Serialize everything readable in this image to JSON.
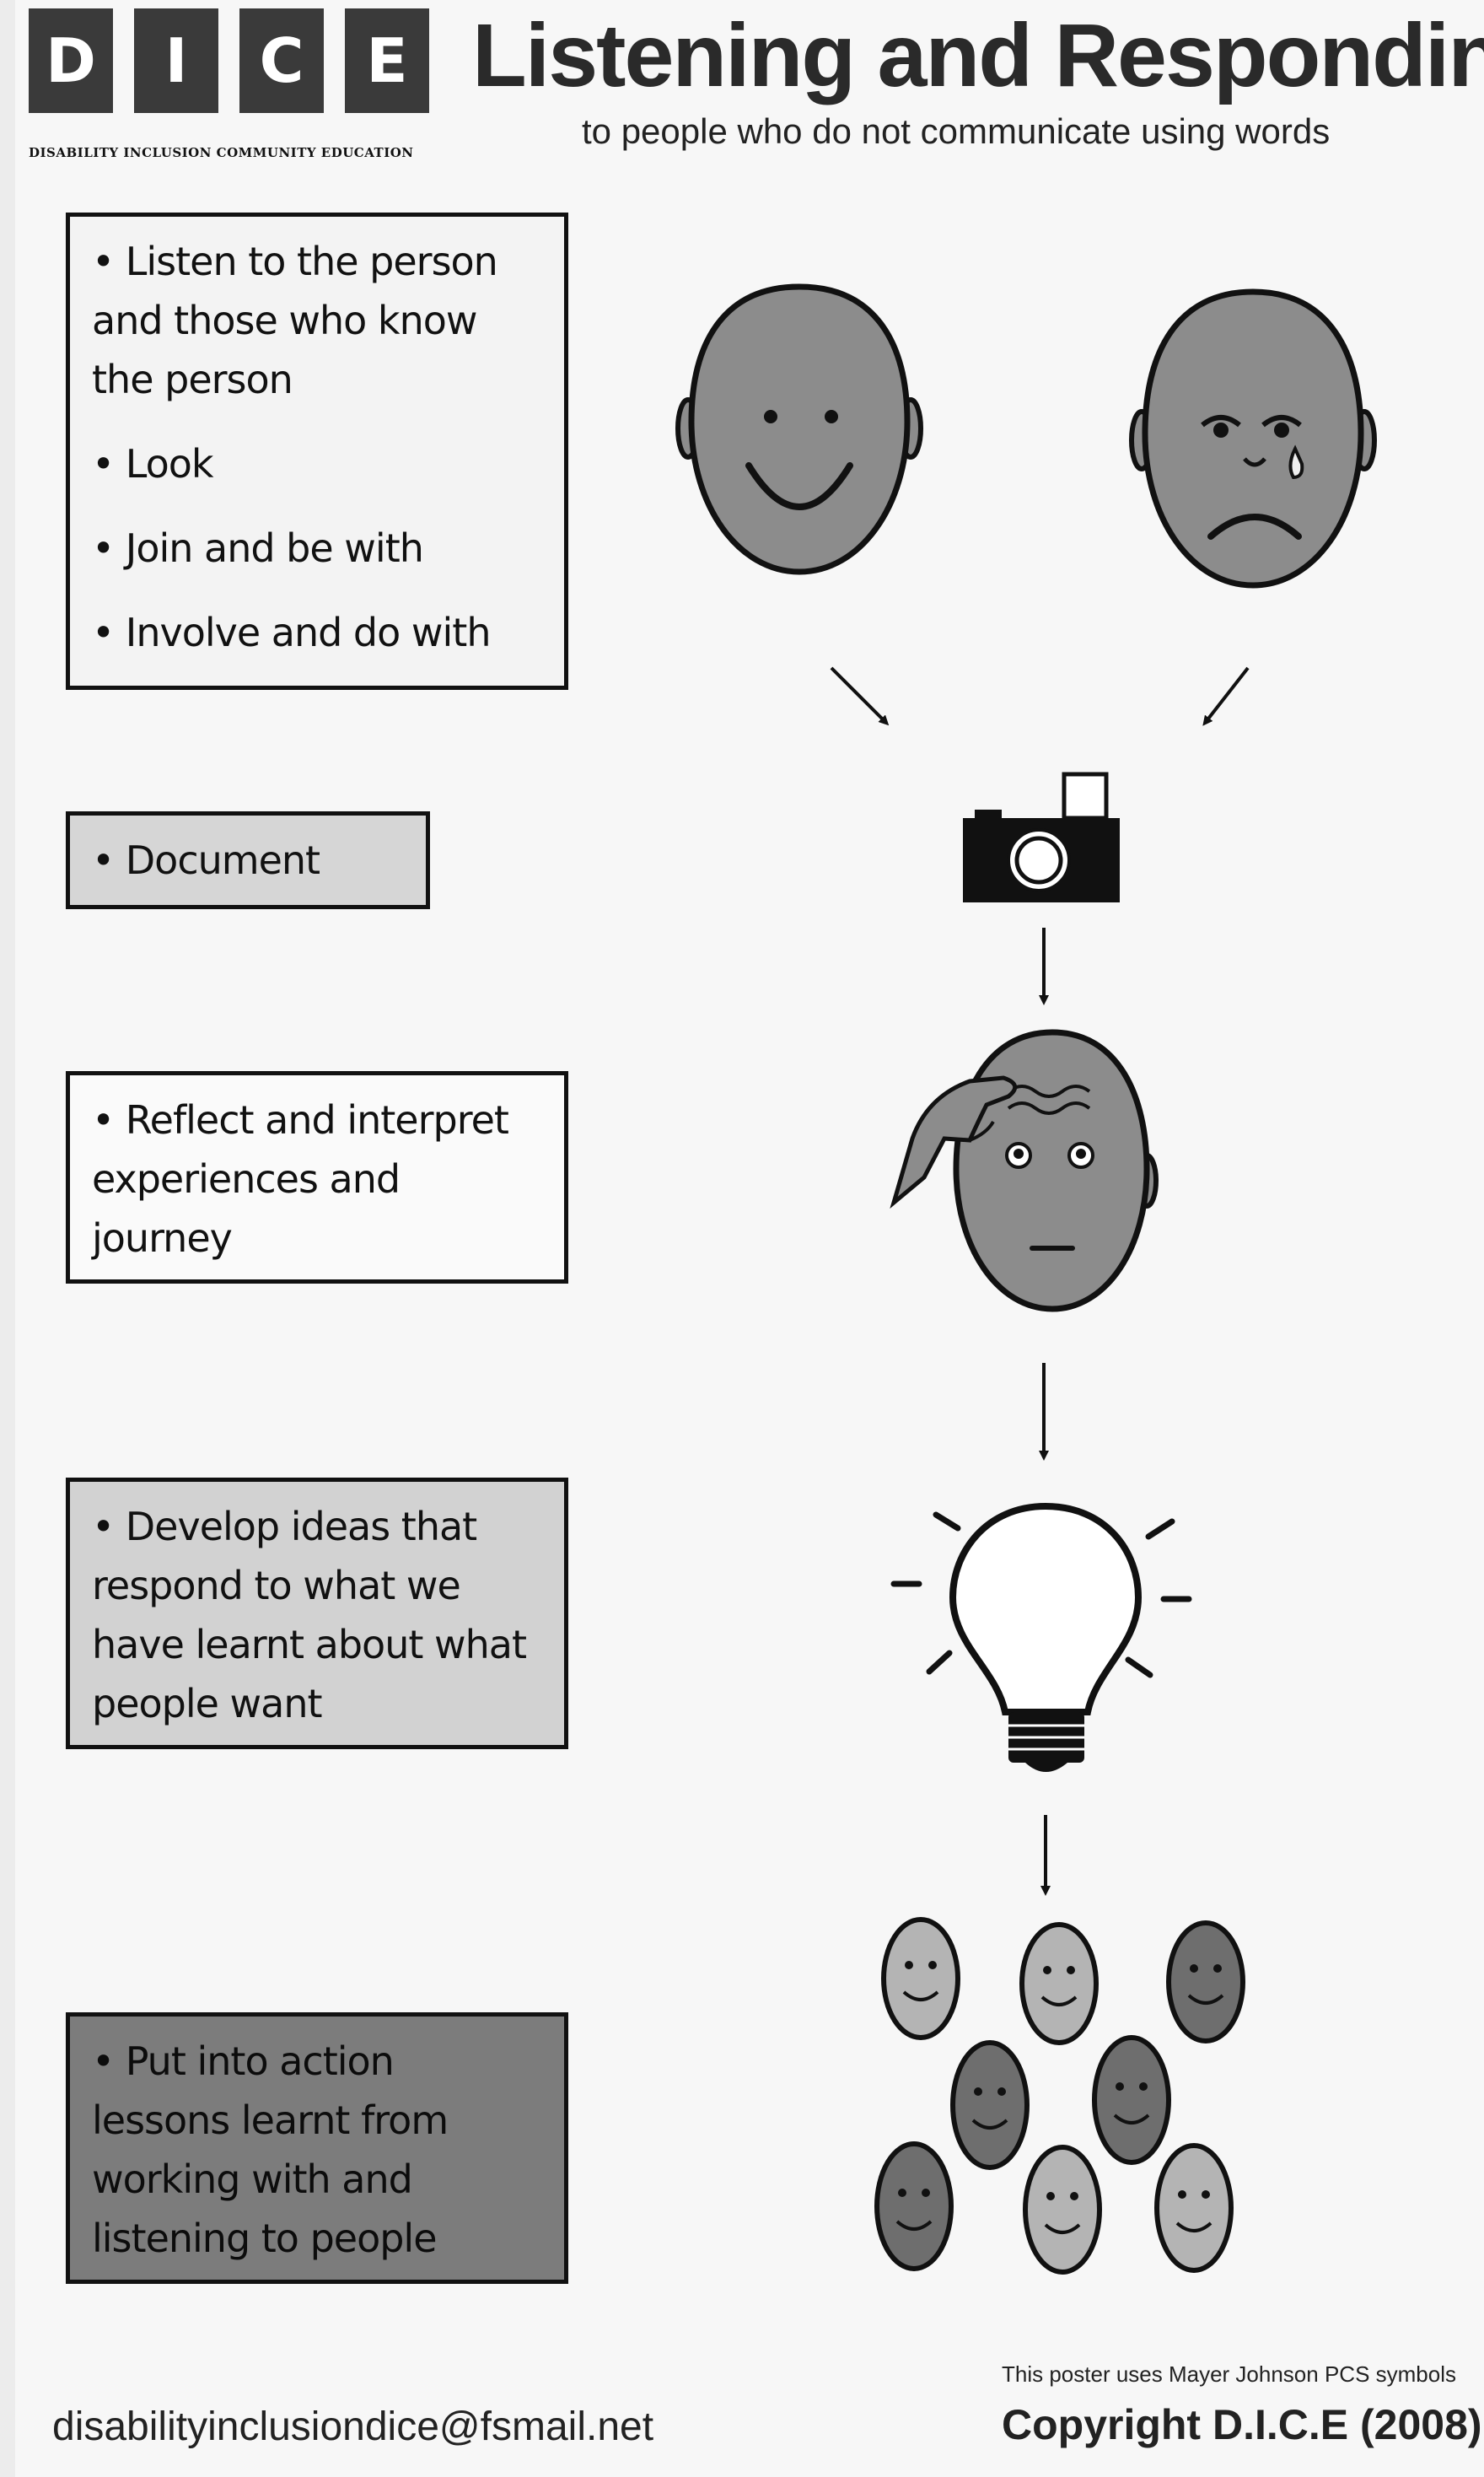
{
  "logo": {
    "letters": [
      "D",
      "I",
      "C",
      "E"
    ],
    "subtitle": "DISABILITY INCLUSION COMMUNITY EDUCATION"
  },
  "header": {
    "title": "Listening and Responding",
    "subtitle": "to people who do not communicate using words"
  },
  "steps": {
    "listen": [
      "• Listen to the person",
      "and those who know",
      "the person",
      "• Look",
      "• Join and be with",
      "• Involve and do with"
    ],
    "document": "• Document",
    "reflect": [
      "• Reflect and interpret",
      "experiences and",
      "journey"
    ],
    "develop": [
      "• Develop ideas that",
      "respond to what we",
      "have learnt about what",
      "people want"
    ],
    "action": [
      "• Put into action",
      "lessons learnt from",
      "working with and",
      "listening to people"
    ]
  },
  "footer": {
    "email": "disabilityinclusiondice@fsmail.net",
    "credit": "This poster uses Mayer Johnson PCS symbols",
    "copyright": "Copyright  D.I.C.E  (2008)"
  },
  "icons": {
    "happy_face": "happy-face-icon",
    "sad_face": "sad-crying-face-icon",
    "camera": "camera-icon",
    "thinking": "thinking-face-icon",
    "idea": "light-bulb-icon",
    "people": "group-of-faces-icon"
  },
  "colors": {
    "face_gray": "#8c8c8c",
    "box_outline": "#111111",
    "box_action": "#7c7c7c"
  }
}
